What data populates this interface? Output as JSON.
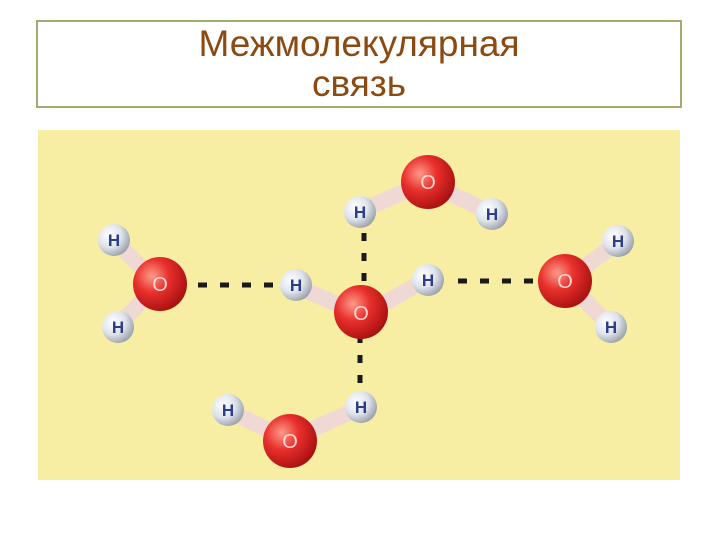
{
  "slide": {
    "title_line1": "Межмолекулярная",
    "title_line2": "связь"
  },
  "diagram": {
    "background_color": "#f7eea4",
    "oxygen_label": "O",
    "hydrogen_label": "H",
    "oxygen_color": "#e02a2a",
    "hydrogen_color": "#d9dde4",
    "bond_dot_color": "#1a1a1a",
    "molecules": [
      "center",
      "top",
      "left",
      "right",
      "bottom"
    ]
  }
}
